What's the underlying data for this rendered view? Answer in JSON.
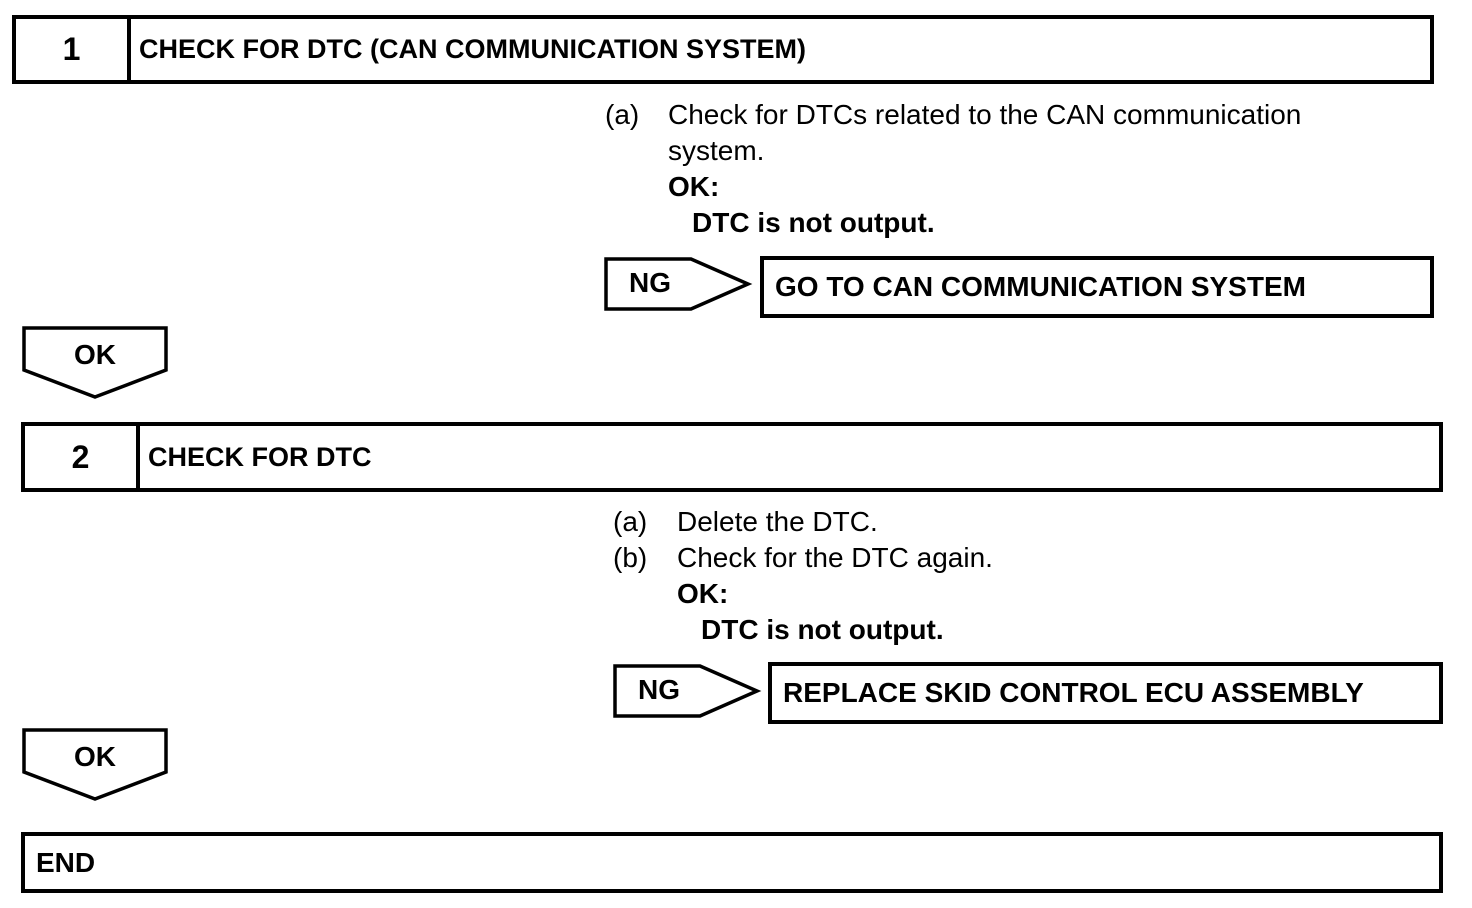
{
  "steps": [
    {
      "number": "1",
      "title": "CHECK FOR DTC (CAN COMMUNICATION SYSTEM)",
      "instructions": [
        {
          "marker": "(a)",
          "lines": [
            "Check for DTCs related to the CAN communication",
            "system."
          ]
        }
      ],
      "ok_label": "OK:",
      "ok_condition": "DTC is not output.",
      "ng_label": "NG",
      "ng_action": "GO TO CAN COMMUNICATION SYSTEM",
      "ok_arrow_label": "OK"
    },
    {
      "number": "2",
      "title": "CHECK FOR DTC",
      "instructions": [
        {
          "marker": "(a)",
          "lines": [
            "Delete the DTC."
          ]
        },
        {
          "marker": "(b)",
          "lines": [
            "Check for the DTC again."
          ]
        }
      ],
      "ok_label": "OK:",
      "ok_condition": "DTC is not output.",
      "ng_label": "NG",
      "ng_action": "REPLACE SKID CONTROL ECU ASSEMBLY",
      "ok_arrow_label": "OK"
    }
  ],
  "end_label": "END"
}
